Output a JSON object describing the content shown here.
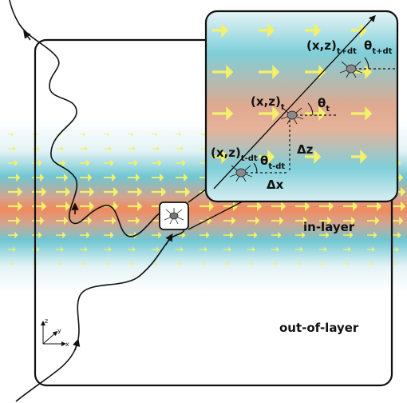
{
  "labels": {
    "in_layer": "in-layer",
    "out_of_layer": "out-of-layer"
  },
  "axes_icon": {
    "z": "z",
    "y": "y",
    "x": "x"
  },
  "inset": {
    "pos_prev": {
      "base": "(x,z)",
      "sub": "t-dt"
    },
    "pos_now": {
      "base": "(x,z)",
      "sub": "t"
    },
    "pos_next": {
      "base": "(x,z)",
      "sub": "t+dt"
    },
    "theta_prev": {
      "base": "θ",
      "sub": "t-dt"
    },
    "theta_now": {
      "base": "θ",
      "sub": "t"
    },
    "theta_next": {
      "base": "θ",
      "sub": "t+dt"
    },
    "delta_x": "Δx",
    "delta_z": "Δz"
  },
  "colors": {
    "layer_core": "#f08a5d",
    "layer_mid": "#7fd1d8",
    "layer_edge": "#cdecef",
    "flow_arrow": "#f3f06a",
    "stroke": "#111111"
  }
}
